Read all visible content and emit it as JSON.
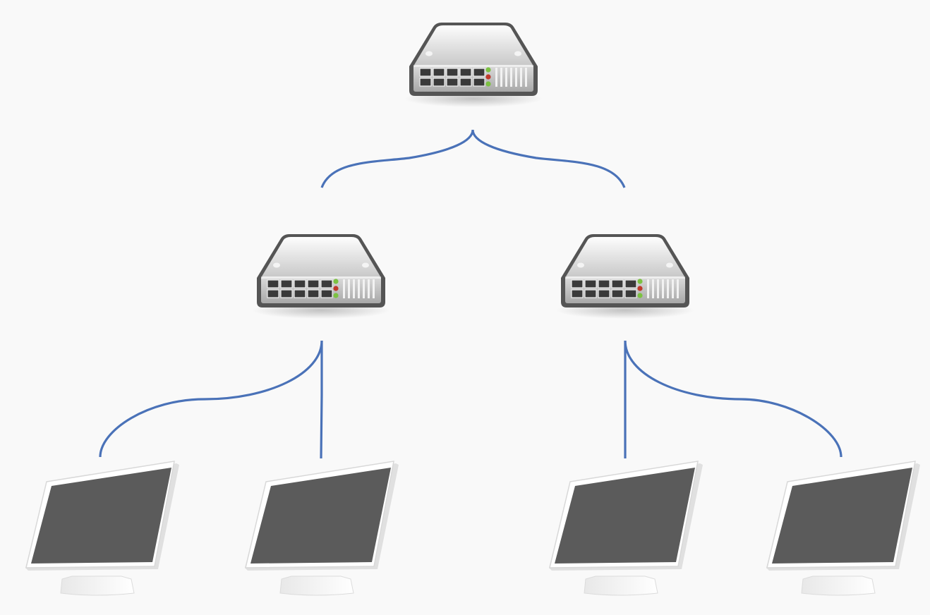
{
  "diagram": {
    "type": "network-topology",
    "colors": {
      "background": "#f9f9f9",
      "link": "#4a72b8",
      "switch_body": "#cfcfcf",
      "switch_outline": "#555555",
      "port": "#3a3a3a",
      "led_green": "#7cc242",
      "led_red": "#c0392b",
      "screen": "#5b5b5b",
      "monitor_frame": "#ffffff"
    },
    "nodes": [
      {
        "id": "core-switch",
        "kind": "switch",
        "level": 0,
        "icon": "network-switch-icon"
      },
      {
        "id": "switch-left",
        "kind": "switch",
        "level": 1,
        "icon": "network-switch-icon"
      },
      {
        "id": "switch-right",
        "kind": "switch",
        "level": 1,
        "icon": "network-switch-icon"
      },
      {
        "id": "computer-1",
        "kind": "computer",
        "level": 2,
        "icon": "computer-monitor-icon"
      },
      {
        "id": "computer-2",
        "kind": "computer",
        "level": 2,
        "icon": "computer-monitor-icon"
      },
      {
        "id": "computer-3",
        "kind": "computer",
        "level": 2,
        "icon": "computer-monitor-icon"
      },
      {
        "id": "computer-4",
        "kind": "computer",
        "level": 2,
        "icon": "computer-monitor-icon"
      }
    ],
    "links": [
      {
        "from": "core-switch",
        "to": "switch-left"
      },
      {
        "from": "core-switch",
        "to": "switch-right"
      },
      {
        "from": "switch-left",
        "to": "computer-1"
      },
      {
        "from": "switch-left",
        "to": "computer-2"
      },
      {
        "from": "switch-right",
        "to": "computer-3"
      },
      {
        "from": "switch-right",
        "to": "computer-4"
      }
    ]
  }
}
